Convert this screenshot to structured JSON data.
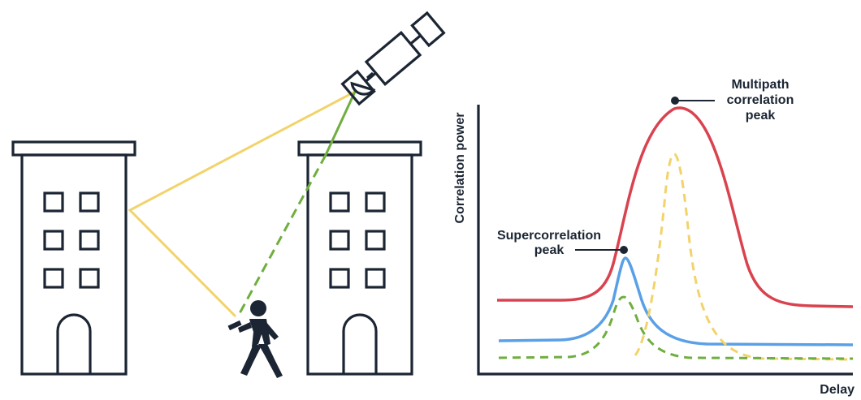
{
  "labels": {
    "y_axis": "Correlation power",
    "x_axis": "Delay",
    "multipath_peak": [
      "Multipath",
      "correlation",
      "peak"
    ],
    "supercorrelation_peak": [
      "Supercorrelation",
      "peak"
    ]
  },
  "colors": {
    "outline": "#1b2533",
    "direct_path": "#6fae3f",
    "reflected_path": "#f2d36b",
    "red_curve": "#d9434f",
    "blue_curve": "#5aa0e6",
    "yellow_dashed_curve": "#f2d36b",
    "green_dashed_curve": "#6fae3f"
  },
  "icons": [
    "satellite-icon",
    "building-icon",
    "pedestrian-icon"
  ]
}
